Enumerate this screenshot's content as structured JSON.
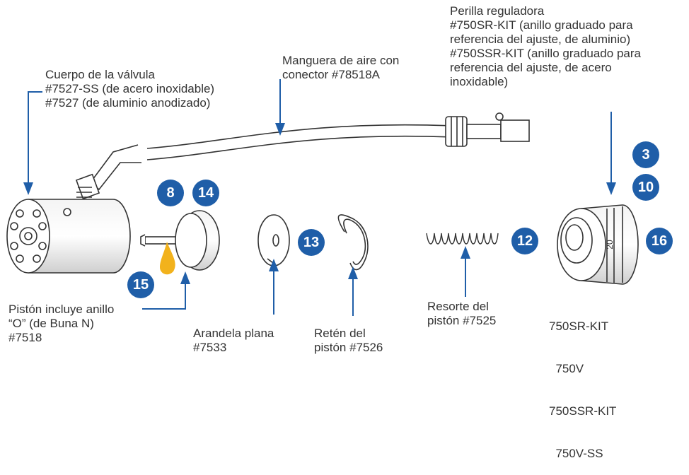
{
  "labels": {
    "perilla": [
      "Perilla reguladora",
      "#750SR-KIT (anillo graduado para",
      "referencia del ajuste, de aluminio)",
      "#750SSR-KIT (anillo graduado para",
      "referencia del ajuste, de acero",
      "inoxidable)"
    ],
    "manguera": [
      "Manguera de aire con",
      "conector #78518A"
    ],
    "cuerpo": [
      "Cuerpo de la válvula",
      "#7527-SS (de acero inoxidable)",
      "#7527 (de aluminio anodizado)"
    ],
    "piston": [
      "Pistón incluye anillo",
      "“O” (de Buna N)",
      "#7518"
    ],
    "arandela": [
      "Arandela plana",
      "#7533"
    ],
    "reten": [
      "Retén del",
      "pistón #7526"
    ],
    "resorte": [
      "Resorte del",
      "pistón #7525"
    ],
    "kit": [
      "750SR-KIT",
      "  750V",
      "750SSR-KIT",
      "  750V-SS"
    ]
  },
  "badges": [
    "8",
    "14",
    "15",
    "13",
    "12",
    "3",
    "10",
    "16"
  ],
  "dial_mark": "20",
  "colors": {
    "badge": "#1f5ea8",
    "arrow": "#1f5ea8",
    "oil": "#f2b21c",
    "line": "#333333"
  }
}
